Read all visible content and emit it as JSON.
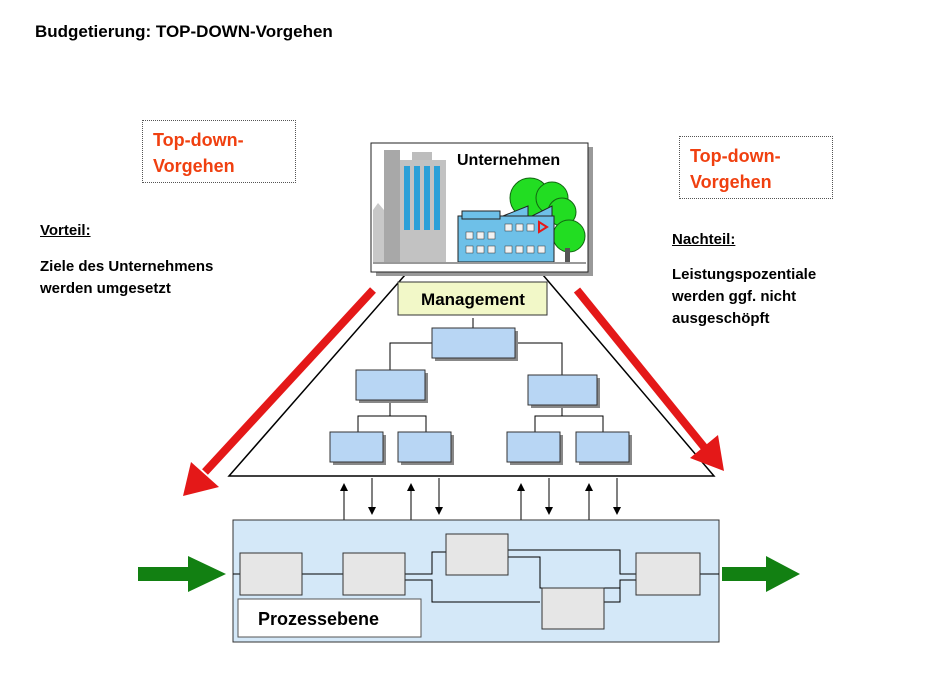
{
  "title": "Budgetierung: TOP-DOWN-Vorgehen",
  "left_box": {
    "line1": "Top-down-",
    "line2": "Vorgehen"
  },
  "right_box": {
    "line1": "Top-down-",
    "line2": "Vorgehen"
  },
  "advantage": {
    "heading": "Vorteil:",
    "line1": "Ziele des Unternehmens",
    "line2": "werden umgesetzt"
  },
  "disadvantage": {
    "heading": "Nachteil:",
    "line1": "Leistungspozentiale",
    "line2": "werden ggf. nicht",
    "line3": "ausgeschöpft"
  },
  "company_label": "Unternehmen",
  "management_label": "Management",
  "process_label": "Prozessebene",
  "colors": {
    "accent_red": "#f04010",
    "arrow_red": "#e41818",
    "arrow_green": "#128012",
    "box_blue": "#b8d6f4",
    "process_bg": "#d4e8f8",
    "management_bg": "#f2f8c8",
    "process_box": "#e6e6e6"
  },
  "icons": [
    "building-icon",
    "factory-icon",
    "tree-icon"
  ]
}
